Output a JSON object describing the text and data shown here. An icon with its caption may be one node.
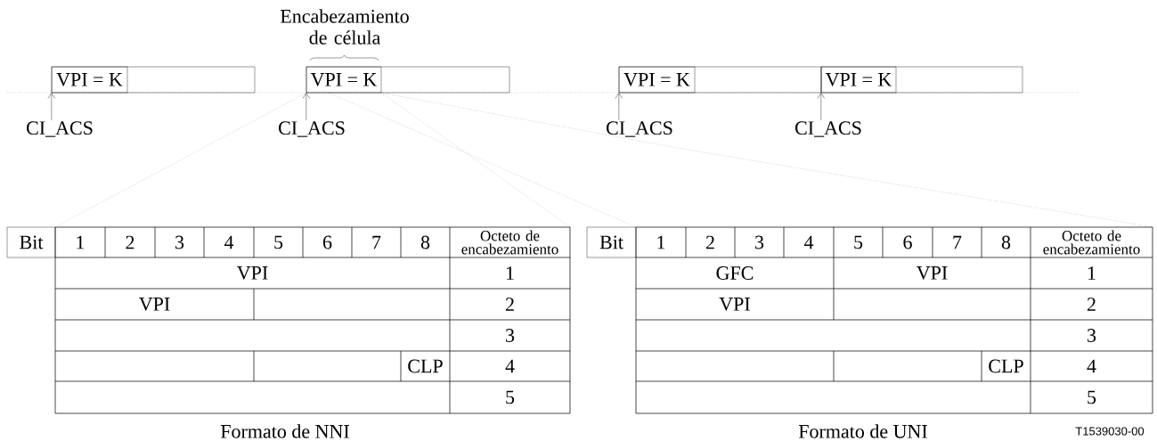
{
  "diagram": {
    "nodes": [
      {
        "text": [],
        "shape": "box"
      },
      {
        "text": [
          "VPI = K"
        ],
        "in": 0
      },
      {
        "text": [],
        "shape": "box"
      },
      {
        "text": [
          "VPI = K"
        ],
        "in": 2
      },
      {
        "text": [],
        "shape": "box"
      },
      {
        "text": [
          "VPI = K"
        ],
        "in": 4
      },
      {
        "text": [],
        "shape": "box"
      },
      {
        "text": [
          "VPI = K"
        ],
        "in": 6
      },
      {
        "text": [
          "CI_ACS"
        ]
      },
      {
        "text": [
          "CI_ACS"
        ]
      },
      {
        "text": [
          "CI_ACS"
        ]
      },
      {
        "text": [
          "CI_ACS"
        ]
      },
      {
        "text": [],
        "shape": "table",
        "beside": [
          "Formato de NNI"
        ]
      },
      {
        "text": [],
        "shape": "table",
        "beside": [
          "Formato de UNI"
        ]
      }
    ],
    "edges": [
      {
        "from": 8,
        "to": 0,
        "arrow": "to"
      },
      {
        "from": 9,
        "to": 2,
        "arrow": "to"
      },
      {
        "from": 10,
        "to": 4,
        "arrow": "to"
      },
      {
        "from": 11,
        "to": 6,
        "arrow": "to"
      },
      {
        "from": 3,
        "to": 12,
        "arrow": "none",
        "style": "dashed"
      },
      {
        "from": 3,
        "to": 12,
        "arrow": "none",
        "style": "dashed"
      },
      {
        "from": 3,
        "to": 13,
        "arrow": "none",
        "style": "dashed"
      },
      {
        "from": 3,
        "to": 13,
        "arrow": "none",
        "style": "dashed"
      }
    ],
    "labels": [
      "Encabezamiento de célula",
      "Bit",
      "1",
      "2",
      "3",
      "4",
      "5",
      "6",
      "7",
      "8",
      "Octeto de encabezamiento",
      "VPI",
      "1",
      "VPI",
      "2",
      "3",
      "CLP",
      "4",
      "5",
      "Bit",
      "1",
      "2",
      "3",
      "4",
      "5",
      "6",
      "7",
      "8",
      "Octeto de encabezamiento",
      "GFC",
      "VPI",
      "1",
      "VPI",
      "2",
      "3",
      "CLP",
      "4",
      "5",
      "T1539030-00"
    ]
  }
}
